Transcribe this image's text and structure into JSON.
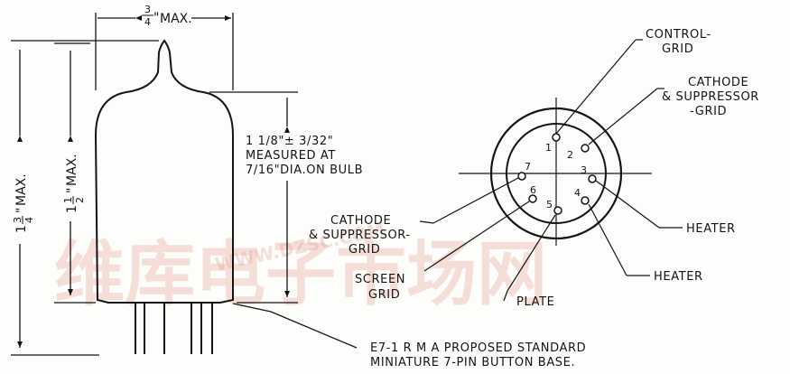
{
  "watermark": {
    "text_cn": "维库电子市场网",
    "url": "WWW.DZSC.COM",
    "color": "#e27a6e"
  },
  "tube": {
    "width_dim": {
      "whole": "3",
      "den": "4",
      "unit": "\"",
      "suffix": "MAX."
    },
    "overall_height": {
      "whole": "1",
      "num": "3",
      "den": "4",
      "suffix": "MAX."
    },
    "seated_height": {
      "whole": "1",
      "num": "1",
      "den": "2",
      "suffix": "MAX."
    },
    "bulb_note": [
      "1 1/8\"± 3/32\"",
      "MEASURED AT",
      "7/16\"DIA.ON BULB"
    ],
    "base_note": [
      "E7-1 R M A PROPOSED STANDARD",
      "MINIATURE 7-PIN BUTTON BASE."
    ]
  },
  "pinout": {
    "pins": [
      "1",
      "2",
      "3",
      "4",
      "5",
      "6",
      "7"
    ],
    "labels": {
      "control_grid": [
        "CONTROL-",
        "GRID"
      ],
      "cathode_sup_top": [
        "CATHODE",
        "& SUPPRESSOR",
        "-GRID"
      ],
      "heater_3": "HEATER",
      "heater_4": "HEATER",
      "plate": "PLATE",
      "screen_grid": [
        "SCREEN",
        "GRID"
      ],
      "cathode_sup_left": [
        "CATHODE",
        "& SUPPRESSOR-",
        "GRID"
      ]
    }
  }
}
